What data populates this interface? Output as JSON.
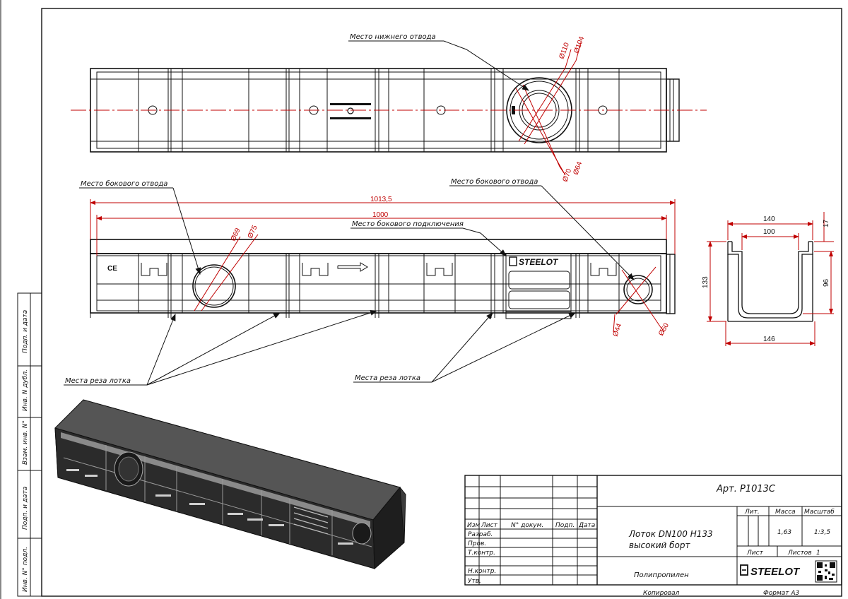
{
  "callouts": {
    "bottom_outlet": "Место нижнего отвода",
    "side_outlet_left": "Место бокового отвода",
    "side_outlet_right": "Место бокового отвода",
    "side_connection": "Место бокового подключения",
    "cut_left": "Места реза лотка",
    "cut_right": "Места реза лотка"
  },
  "dimensions": {
    "top_d1": "Ø110",
    "top_d2": "Ø104",
    "top_d3": "Ø70",
    "top_d4": "Ø64",
    "overall_length": "1013,5",
    "inner_length": "1000",
    "side_left_d1": "Ø69",
    "side_left_d2": "Ø75",
    "side_right_d1": "Ø44",
    "side_right_d2": "Ø50",
    "width_top": "140",
    "width_inner": "100",
    "width_bottom": "146",
    "height_total": "133",
    "height_inner": "96",
    "rim": "17"
  },
  "part_marks": {
    "brand": "STEELOT",
    "ce": "CE"
  },
  "side_labels": [
    "Подп. и дата",
    "Инв. N дубл.",
    "Взам. инв. N°",
    "Подп. и дата",
    "Инв. N° подл."
  ],
  "title_block": {
    "article": "Арт. P1013C",
    "name_line1": "Лоток DN100 H133",
    "name_line2": "высокий борт",
    "material": "Полипропилен",
    "col_izm": "Изм",
    "col_list": "Лист",
    "col_doc": "N° докум.",
    "col_podp": "Подп.",
    "col_data": "Дата",
    "row_razrab": "Разраб.",
    "row_prov": "Пров.",
    "row_tkontr": "Т.контр.",
    "row_nkontr": "Н.контр.",
    "row_utv": "Утв.",
    "hdr_lit": "Лит.",
    "hdr_massa": "Масса",
    "hdr_masshtab": "Масштаб",
    "massa": "1,63",
    "masshtab": "1:3,5",
    "sheet_label": "Лист",
    "sheets_label": "Листов",
    "sheets_count": "1",
    "logo": "STEELOT",
    "copied": "Копировал",
    "format": "Формат А3"
  }
}
